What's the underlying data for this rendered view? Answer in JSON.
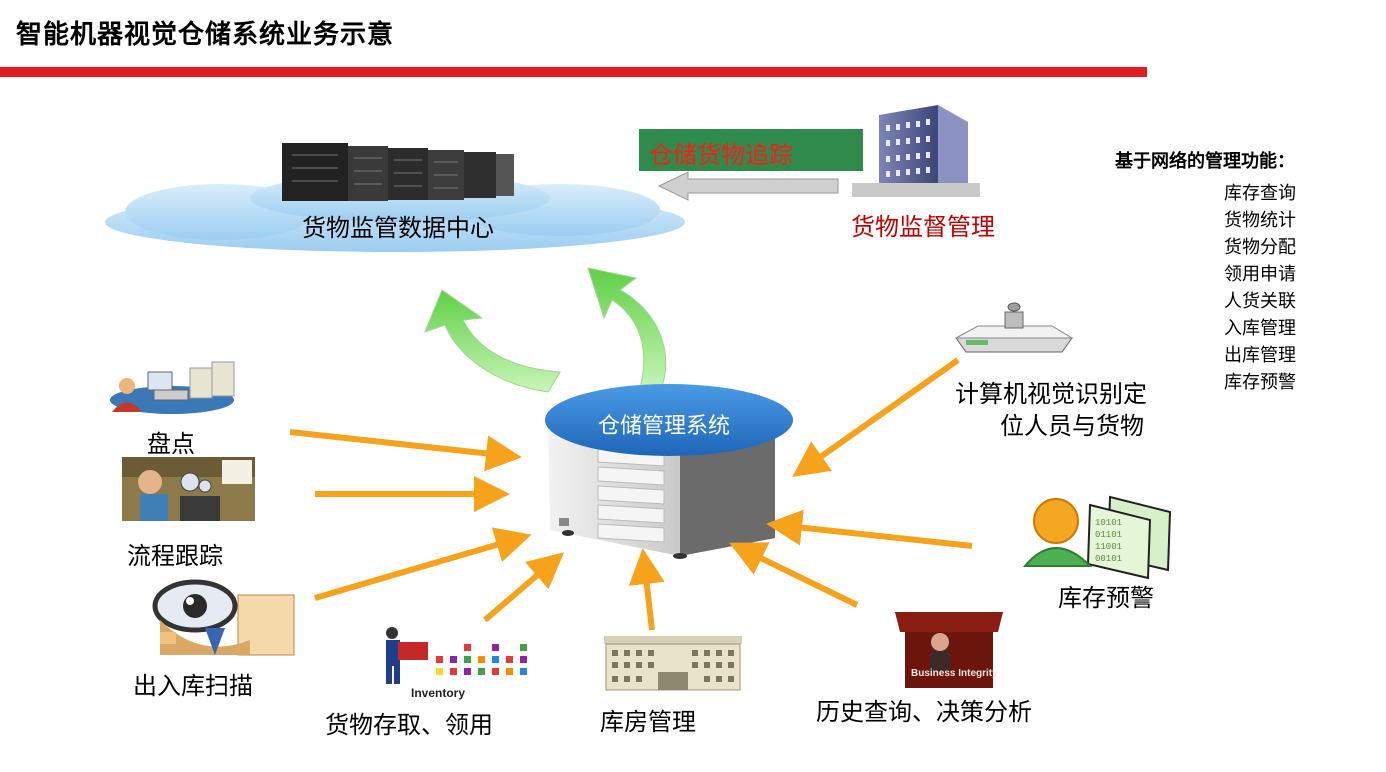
{
  "title": "智能机器视觉仓储系统业务示意",
  "data_center_label": "货物监管数据中心",
  "tracking_box_label": "仓储货物追踪",
  "supervision_label": "货物监督管理",
  "wms_label": "仓储管理系统",
  "cv_label_line1": "计算机视觉识别定",
  "cv_label_line2": "位人员与货物",
  "nodes": {
    "inventory_count": "盘点",
    "process_tracking": "流程跟踪",
    "inout_scan": "出入库扫描",
    "storage_access": "货物存取、领用",
    "warehouse_mgmt": "库房管理",
    "history_query": "历史查询、决策分析",
    "stock_warning": "库存预警"
  },
  "image_texts": {
    "inventory": "Inventory",
    "business_integrity": "Business Integrity"
  },
  "side_panel": {
    "title": "基于网络的管理功能：",
    "items": [
      "库存查询",
      "货物统计",
      "货物分配",
      "领用申请",
      "人货关联",
      "入库管理",
      "出库管理",
      "库存预警"
    ]
  },
  "colors": {
    "accent_red": "#e31b23",
    "arrow_orange": "#f7a21b",
    "arrow_green": "#7ed957",
    "tracking_box": "#2f8b4c",
    "tracking_text": "#ff1a1a",
    "supervision_text": "#c00000",
    "wms_ellipse": "#2e7fd0"
  }
}
